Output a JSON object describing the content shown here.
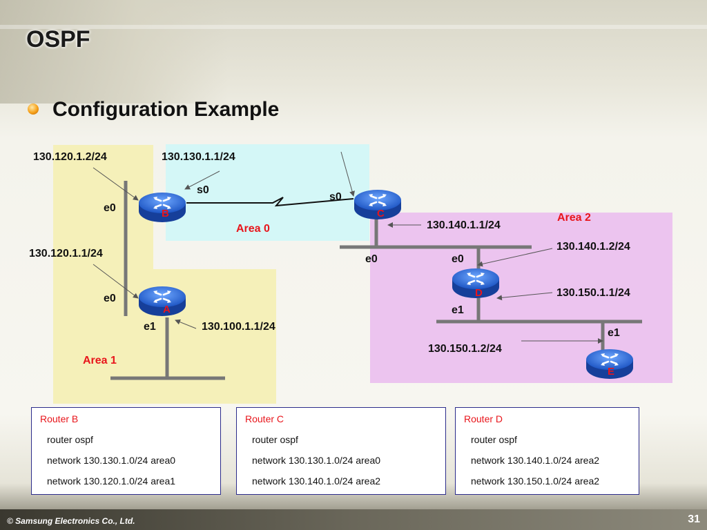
{
  "slide": {
    "title": "OSPF",
    "subtitle": "Configuration Example",
    "footer": "© Samsung Electronics Co., Ltd.",
    "page_number": "31"
  },
  "areas": {
    "area0": "Area 0",
    "area1": "Area 1",
    "area2": "Area 2"
  },
  "routers": {
    "A": "A",
    "B": "B",
    "C": "C",
    "D": "D",
    "E": "E"
  },
  "interfaces": {
    "b_e0": "e0",
    "b_s0": "s0",
    "c_s0": "s0",
    "a_e0": "e0",
    "a_e1": "e1",
    "c_e0": "e0",
    "d_e0": "e0",
    "d_e1": "e1",
    "e_e1": "e1"
  },
  "addresses": {
    "b_e0": "130.120.1.2/24",
    "c_s0": "130.130.1.1/24",
    "a_e0": "130.120.1.1/24",
    "a_e1": "130.100.1.1/24",
    "c_e0": "130.140.1.1/24",
    "d_e0": "130.140.1.2/24",
    "d_e1": "130.150.1.1/24",
    "e_e1": "130.150.1.2/24"
  },
  "configs": [
    {
      "router": "Router B",
      "lines": [
        "router ospf",
        "network 130.130.1.0/24 area0",
        "network 130.120.1.0/24 area1"
      ]
    },
    {
      "router": "Router C",
      "lines": [
        "router ospf",
        "network 130.130.1.0/24 area0",
        "network 130.140.1.0/24 area2"
      ]
    },
    {
      "router": "Router D",
      "lines": [
        "router ospf",
        "network 130.140.1.0/24 area2",
        "network 130.150.1.0/24 area2"
      ]
    }
  ],
  "colors": {
    "area0": "#d4f7f7",
    "area1": "#f5f0b9",
    "area2": "#ecc4ef",
    "router": "#2a64c8",
    "label_red": "#e8151b",
    "segment": "#777777"
  }
}
